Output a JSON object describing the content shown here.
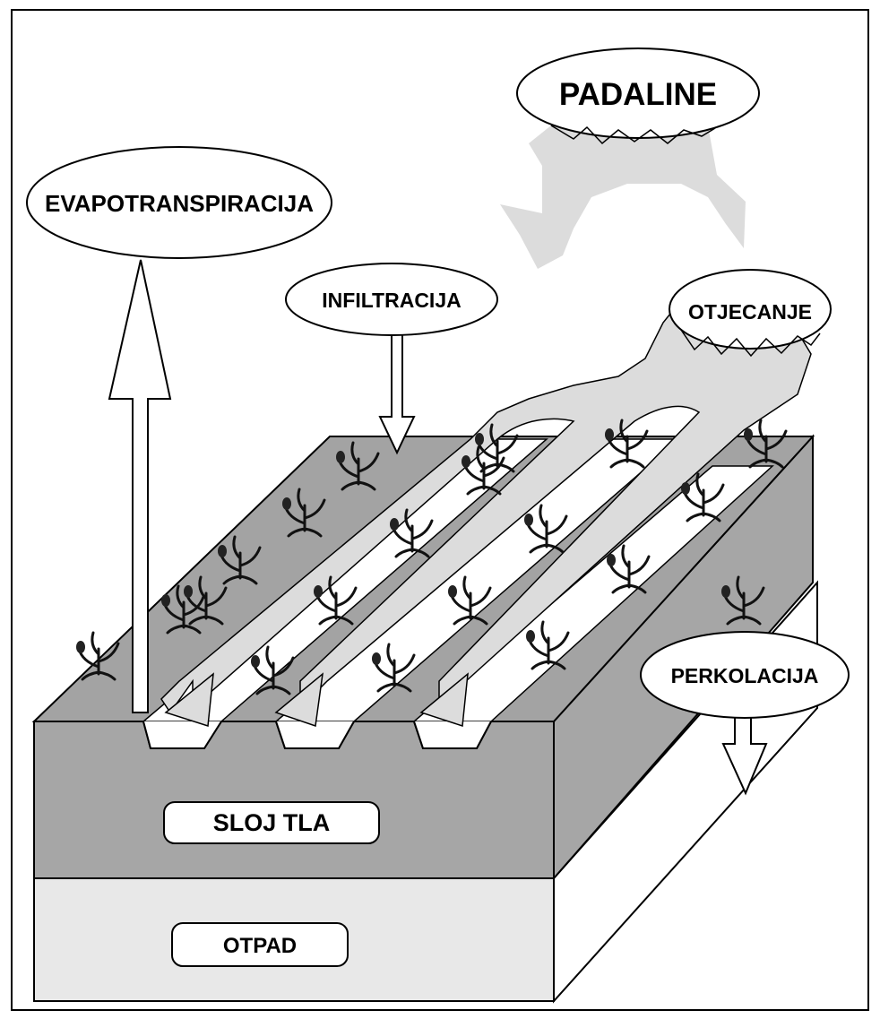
{
  "labels": {
    "precipitation": "PADALINE",
    "evapotranspiration": "EVAPOTRANSPIRACIJA",
    "infiltration": "INFILTRACIJA",
    "runoff": "OTJECANJE",
    "percolation": "PERKOLACIJA",
    "soil_layer": "SLOJ TLA",
    "waste": "OTPAD"
  },
  "colors": {
    "soil": "#a6a6a6",
    "soil_top": "#a3a3a3",
    "flow": "#dcdcdc",
    "waste": "#e8e8e8",
    "outline": "#000000"
  },
  "plant_count": 20
}
